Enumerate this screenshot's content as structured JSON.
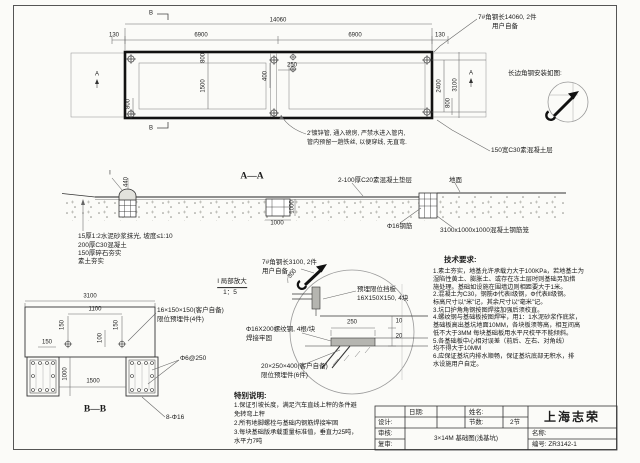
{
  "colors": {
    "line": "#1a1a1a",
    "paper": "#fbfbf8",
    "steel_fill": "#b5b5b0"
  },
  "plan": {
    "marker_b_top": "B",
    "marker_b_bottom": "B",
    "marker_a_left": "A",
    "marker_a_right": "A",
    "dim_total": "14060",
    "dim_130_l": "130",
    "dim_6900_1": "6900",
    "dim_6900_2": "6900",
    "dim_130_r": "130",
    "dim_800_top": "800",
    "dim_1500": "1500",
    "dim_800_left": "800",
    "dim_250": "250",
    "dim_400": "400",
    "dim_2400": "2400",
    "dim_3100": "3100",
    "dim_800_right": "800",
    "note_angle1": "7#角钢长14060, 2件",
    "note_angle2": "用户自备",
    "note_install": "长边角钢安装如图:",
    "note_strip": "150宽C30素混凝土层",
    "note_pipe1": "2′镀锌管, 通入磅房, 严禁水进入管内,",
    "note_pipe2": "管内预留一趟铁丝, 以便穿线, 无直弯."
  },
  "aa": {
    "title": "A—A",
    "marker_i": "I",
    "cushion": "2-100厚C20素混凝土垫层",
    "ground": "地面",
    "rebar": "Φ16钢筋",
    "cage": "3100x1000x1000混凝土钢筋笼",
    "layer1": "15厚1:2水泥砂浆抹光, 坡度≤1:10",
    "layer2": "200厚C30混凝土",
    "layer3": "150厚碎石夯实",
    "layer4": "素土夯实",
    "dim_440": "440",
    "dim_1000v": "1000",
    "dim_1000h": "1000"
  },
  "detail": {
    "note_angle1": "7#角钢长3100, 2件",
    "note_angle2": "用户自备",
    "title1": "I 局部放大",
    "title2": "1：5",
    "baffle1": "预埋限位挡板",
    "baffle2": "16X150X150, 4块",
    "rebar1": "Φ16X200螺纹钢, 4根/块",
    "rebar2": "焊接牢固",
    "embed1": "20×250×400(客户自备)",
    "embed2": "限位预埋件(6件)",
    "dim_300": "300",
    "dim_250": "250",
    "dim_10": "10",
    "dim_20": "20"
  },
  "bb": {
    "title": "B—B",
    "embed1": "16×150×150(客户自备)",
    "embed2": "限位预埋件(4件)",
    "stirrup": "Φ6@250",
    "bars": "8-Φ16",
    "dim_3100": "3100",
    "dim_1100": "1100",
    "dim_150a": "150",
    "dim_150b": "150",
    "dim_150c": "150",
    "dim_100": "100",
    "dim_1000": "1000",
    "dim_1500": "1500"
  },
  "tech": {
    "title": "技术要求:",
    "lines": [
      "1.素土夯实，地基允许承载力大于100KPa，若地基土为",
      "湿陷性黄土、膨胀土、或存在冻土层时则基础另加措",
      "施处理。基础如设施在围墙边则相距要大于1米。",
      "2.混凝土为C30，钢筋Φ代表Ⅰ级钢，Φ代表Ⅱ级钢。",
      "标高尺寸以“米”记，其余尺寸以“毫米”记。",
      "3.坑口护角角钢按图焊接加强后须校直。",
      "4.螺纹钢与基础板按图焊牢，用1：1水泥砂浆作底浆，",
      "基础板高出基坑地面10MM，各块板须等高，相互间高",
      "低不大于3MM 每块基础板用水平尺校平不能倾斜。",
      "5.各基础板中心相对误差（前后、左右、对角线）",
      "均不得大于10MM",
      "6.应保证基坑内排水顺畅，保证基坑底部无积水，排",
      "水设施用户自定。"
    ]
  },
  "special": {
    "title": "特别说明:",
    "lines": [
      "1.保证引坡长度，满足汽车直线上秤的条件避",
      "免转弯上秤",
      "2.所有地脚螺栓与基础内钢筋焊接牢固",
      "3.每块基础版承载重量标准值，垂直力25吨，",
      "水平力7吨"
    ]
  },
  "title_block": {
    "company": "上海志荣",
    "design_label": "设计:",
    "check_label": "审核:",
    "recheck_label": "复审:",
    "date_label": "日期:",
    "name_label": "姓名:",
    "sections_label": "节数:",
    "sections_value": "2节",
    "drawing_title": "3×14M 基础图(浅基坑)",
    "name2_label": "名称:",
    "no_label": "编号:",
    "no_value": "ZR3142-1"
  }
}
